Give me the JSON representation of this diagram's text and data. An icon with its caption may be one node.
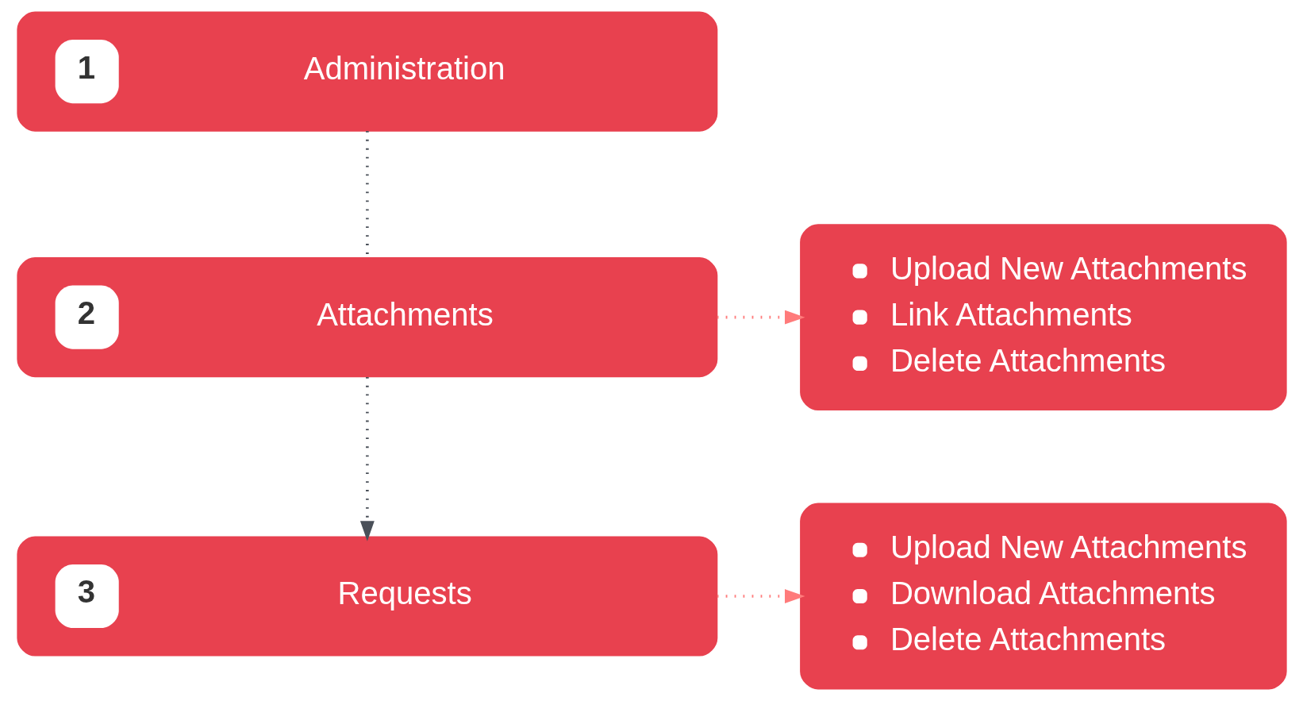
{
  "diagram": {
    "nodes": [
      {
        "text": [
          "1",
          "Administration"
        ]
      },
      {
        "text": [
          "2",
          "Attachments"
        ]
      },
      {
        "text": [
          "Upload New Attachments",
          "Link Attachments",
          "Delete Attachments"
        ]
      },
      {
        "text": [
          "3",
          "Requests"
        ]
      },
      {
        "text": [
          "Upload New Attachments",
          "Download Attachments",
          "Delete Attachments"
        ]
      }
    ],
    "edges": [
      {
        "from": 0,
        "to": 1,
        "arrow": "none",
        "style": "dashed"
      },
      {
        "from": 1,
        "to": 3,
        "arrow": "to",
        "style": "dashed"
      },
      {
        "from": 1,
        "to": 2,
        "arrow": "to",
        "style": "dashed",
        "color": "#ff7b7b"
      },
      {
        "from": 3,
        "to": 4,
        "arrow": "to",
        "style": "dashed",
        "color": "#ff7b7b"
      }
    ]
  }
}
